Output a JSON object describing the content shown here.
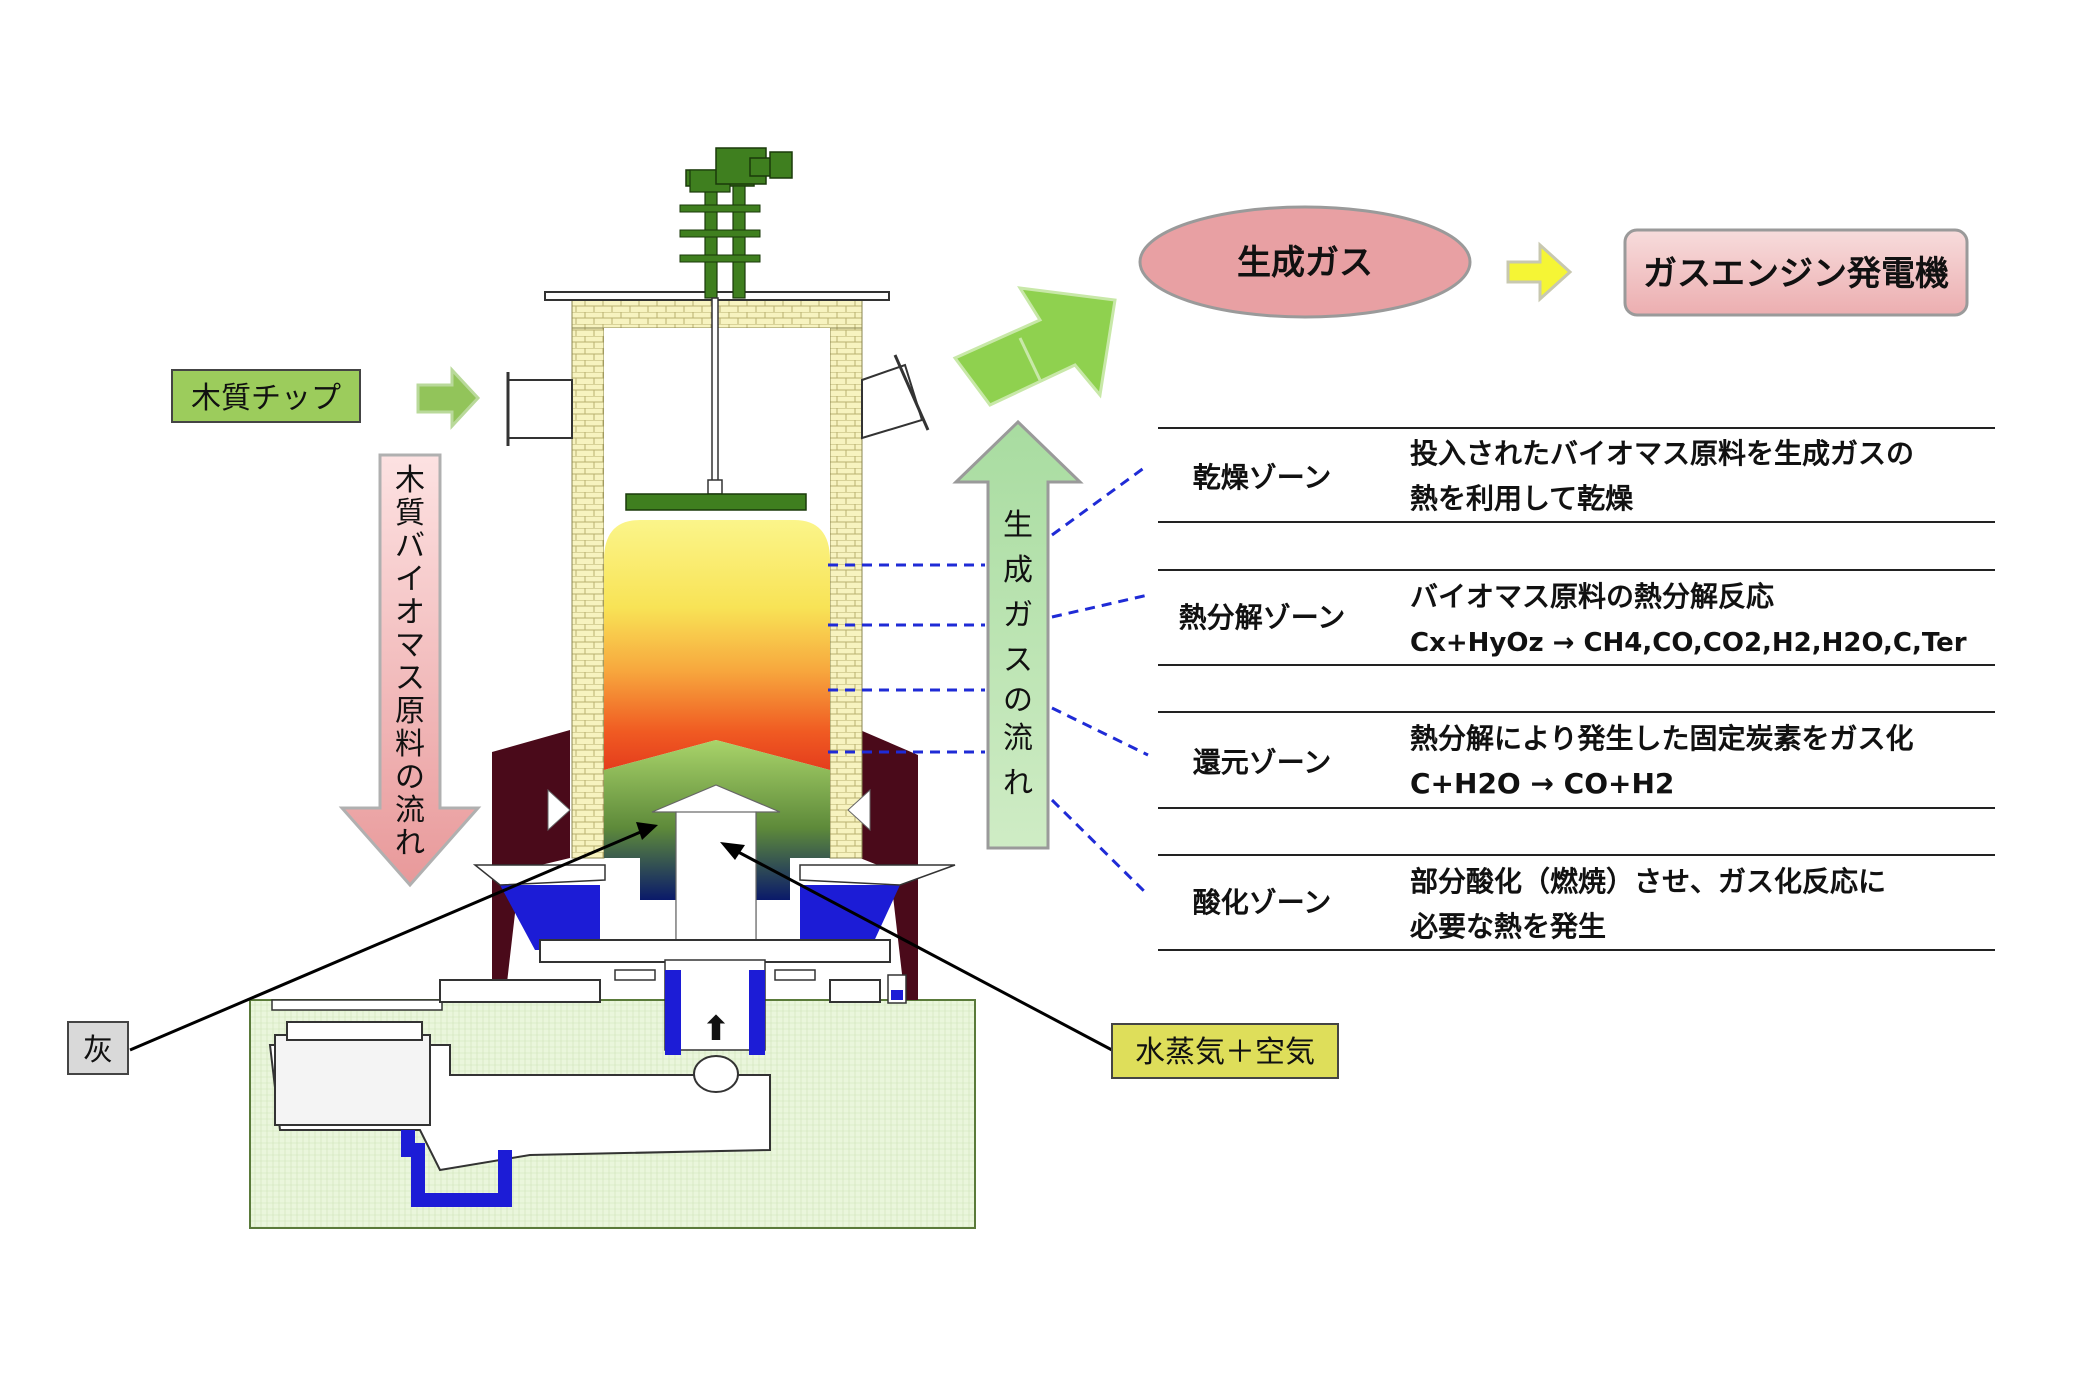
{
  "labels": {
    "wood_chip": "木質チップ",
    "ash": "灰",
    "steam_air": "水蒸気＋空気",
    "biomass_flow": [
      "木",
      "質",
      "バ",
      "イ",
      "オ",
      "マ",
      "ス",
      "原",
      "料",
      "の",
      "流",
      "れ"
    ],
    "gas_flow": [
      "生",
      "成",
      "ガ",
      "ス",
      "の",
      "流",
      "れ"
    ],
    "product_gas": "生成ガス",
    "engine": "ガスエンジン発電機"
  },
  "zones": [
    {
      "name": "乾燥ゾーン",
      "line1": "投入されたバイオマス原料を生成ガスの",
      "line2": "熱を利用して乾燥"
    },
    {
      "name": "熱分解ゾーン",
      "line1": "バイオマス原料の熱分解反応",
      "line2": "Cx+HyOz → CH4,CO,CO2,H2,H2O,C,Ter"
    },
    {
      "name": "還元ゾーン",
      "line1": "熱分解により発生した固定炭素をガス化",
      "line2": "C+H2O → CO+H2"
    },
    {
      "name": "酸化ゾーン",
      "line1": "部分酸化（燃焼）させ、ガス化反応に",
      "line2": "必要な熱を発生"
    }
  ],
  "colors": {
    "label_green": "#9ccc5c",
    "ash_gray": "#d9d9d9",
    "steam_yellow": "#dede5a",
    "gas_pink": "#e8a0a3",
    "engine_pink": "#f3c6c8",
    "arrow_green": "#8fd14f",
    "dash_blue": "#1f2bd6",
    "reactor_blue": "#1c1cd6",
    "shell_maroon": "#4a0a1a",
    "foundation_green": "#e8f5d8"
  }
}
